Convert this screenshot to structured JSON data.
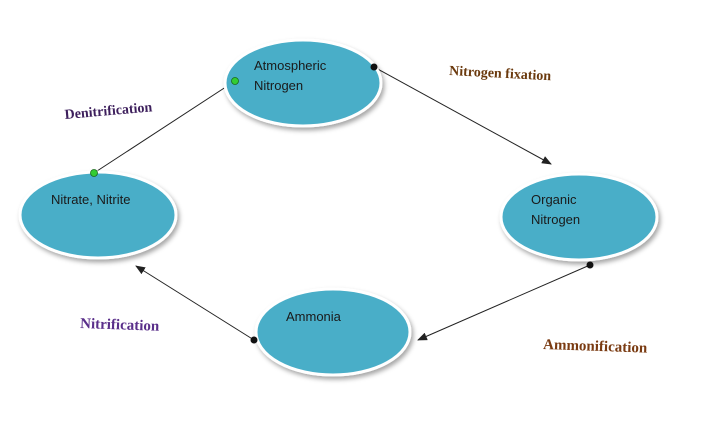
{
  "diagram": {
    "nodes": {
      "atmospheric": {
        "line1": "Atmospheric",
        "line2": "Nitrogen"
      },
      "organic": {
        "line1": "Organic",
        "line2": "Nitrogen"
      },
      "ammonia": {
        "line1": "Ammonia"
      },
      "nitrate": {
        "line1": "Nitrate, Nitrite"
      }
    },
    "processes": {
      "fixation": "Nitrogen fixation",
      "ammonification": "Ammonification",
      "nitrification": "Nitrification",
      "denitrification": "Denitrification"
    }
  },
  "colors": {
    "node_fill": "#4aaec8",
    "node_edge": "#ffffff",
    "fixation": "#6b3a0e",
    "ammonification": "#7a3b12",
    "nitrification": "#5a2f8a",
    "denitrification": "#3d1f5c",
    "arrow": "#222222",
    "start_dot_black": "#111111",
    "start_dot_green": "#33cc33"
  }
}
